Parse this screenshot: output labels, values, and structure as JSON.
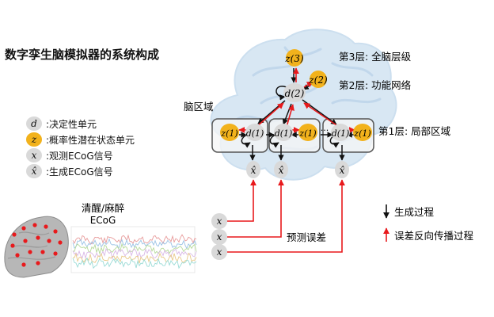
{
  "title": "数字孪生脑模拟器的系统构成",
  "legend": [
    {
      "symbol": "d",
      "text": ":决定性单元",
      "style": "grey"
    },
    {
      "symbol": "z",
      "text": ":概率性潜在状态单元",
      "style": "yellow"
    },
    {
      "symbol": "x",
      "text": ":观测ECoG信号",
      "style": "grey"
    },
    {
      "symbol": "x̂",
      "text": ":生成ECoG信号",
      "style": "grey"
    }
  ],
  "layers": {
    "layer3": "第3层: 全脑层级",
    "layer2": "第2层: 功能网络",
    "layer1": "第1层: 局部区域"
  },
  "brain_region_label": "脑区域",
  "ecog": {
    "line1": "清醒/麻醉",
    "line2": "ECoG"
  },
  "prediction_error_label": "预测误差",
  "arrows_legend": {
    "generate": "生成过程",
    "backprop": "误差反向传播过程"
  },
  "nodes": {
    "z3": "z(3)",
    "z2": "z(2)",
    "d2": "d(2)",
    "z1": "z(1)",
    "d1": "d(1)",
    "x_hat": "x̂",
    "x": "x",
    "dots": "···"
  },
  "colors": {
    "node_grey": "#d9d9d9",
    "node_yellow": "#f2b21c",
    "error_red": "#e8191c",
    "brain_blue": "#b9d4ea"
  }
}
